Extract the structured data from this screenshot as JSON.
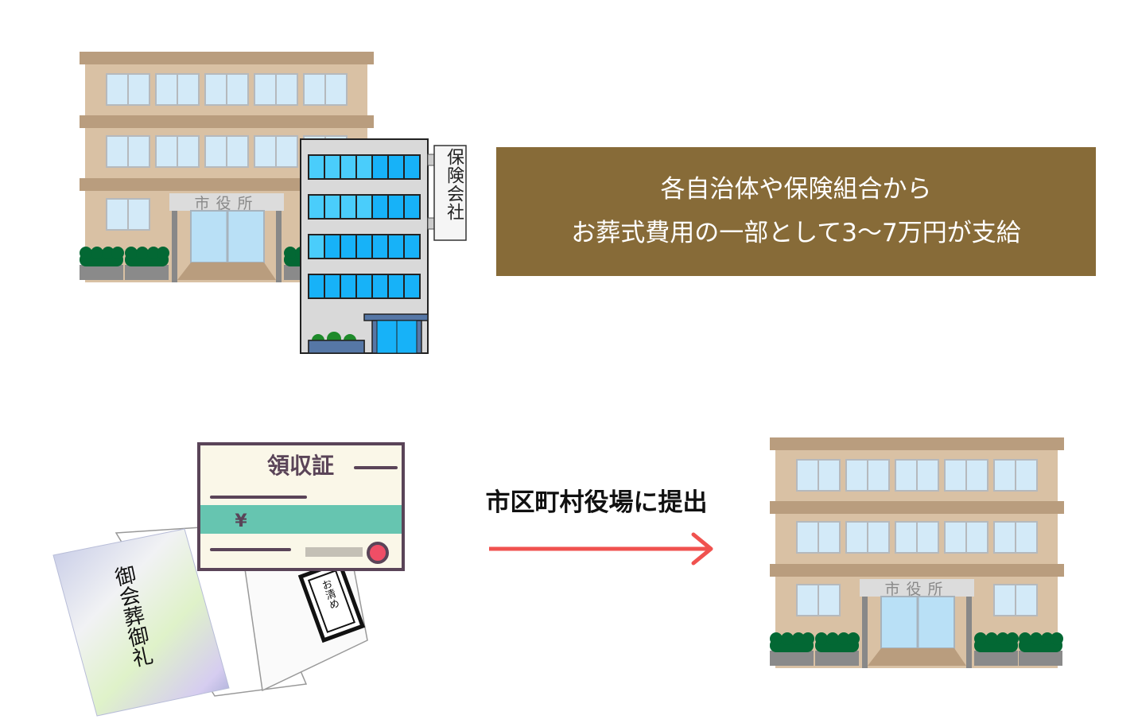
{
  "banner": {
    "line1": "各自治体や保険組合から",
    "line2": "お葬式費用の一部として3〜7万円が支給",
    "color": "#876b38"
  },
  "city_hall": {
    "sign": "市役所"
  },
  "insurance": {
    "sign": "保険会社"
  },
  "receipt": {
    "title": "領収証",
    "yen": "¥"
  },
  "booklet": {
    "title": "御会葬御礼",
    "salt_packet": "お清め"
  },
  "submit": {
    "label": "市区町村役場に提出",
    "arrow_color": "#f0524f"
  }
}
